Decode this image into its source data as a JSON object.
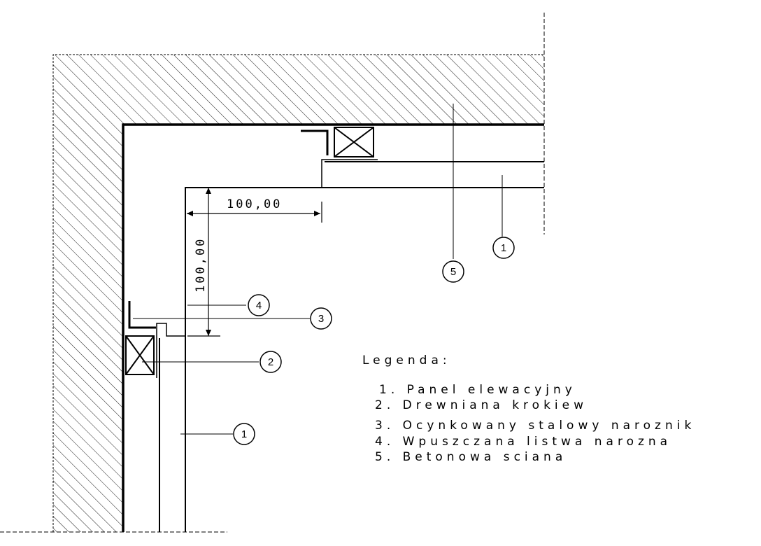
{
  "dimensions": {
    "horizontal": "100,00",
    "vertical": "100,00"
  },
  "callouts": [
    "1",
    "2",
    "3",
    "4",
    "5",
    "1"
  ],
  "legend": {
    "title": "Legenda:",
    "items": [
      "1. Panel elewacyjny",
      "2. Drewniana krokiew",
      "3. Ocynkowany stalowy naroznik",
      "4. Wpuszczana listwa narozna",
      "5. Betonowa sciana"
    ]
  }
}
